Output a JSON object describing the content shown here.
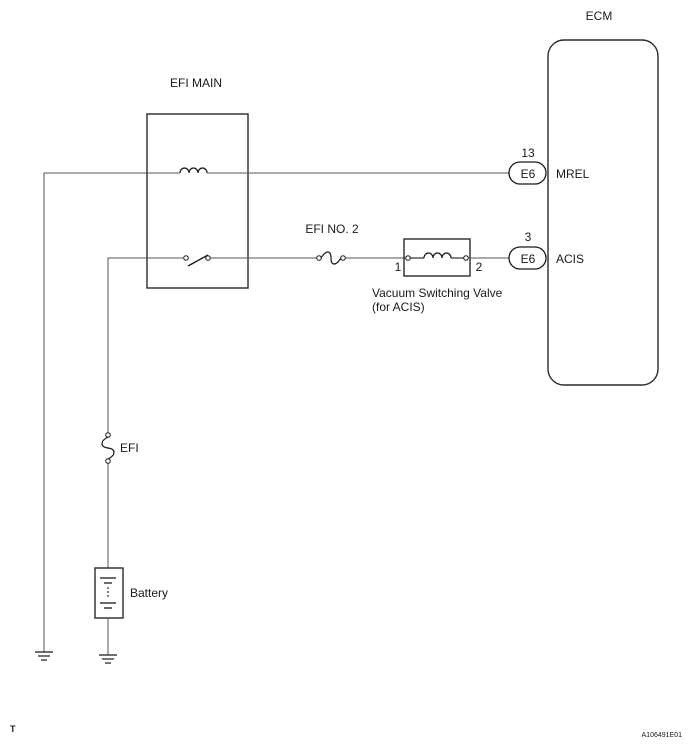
{
  "ecm": {
    "title": "ECM",
    "pins": [
      {
        "number": "13",
        "connector": "E6",
        "signal": "MREL"
      },
      {
        "number": "3",
        "connector": "E6",
        "signal": "ACIS"
      }
    ]
  },
  "relay": {
    "title": "EFI MAIN"
  },
  "fuses": {
    "efi_no2": "EFI NO. 2",
    "efi": "EFI"
  },
  "vsv": {
    "name_line1": "Vacuum Switching Valve",
    "name_line2": "(for ACIS)",
    "pin_left": "1",
    "pin_right": "2"
  },
  "battery": {
    "label": "Battery"
  },
  "footer": {
    "corner_mark": "T",
    "figure_id": "A106491E01"
  }
}
